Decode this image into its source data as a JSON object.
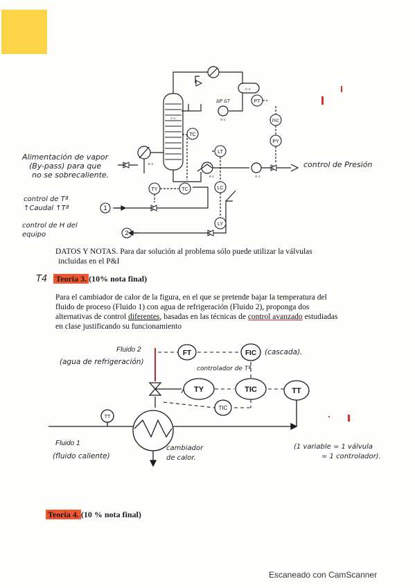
{
  "top_diagram": {
    "tags": {
      "tc_upper": "TC",
      "lt": "LT",
      "lc": "LC",
      "ly": "LY",
      "ty": "TY",
      "tc_lower": "TC",
      "pt": "PT",
      "pic": "PIC",
      "py": "PY",
      "c1": "C-1",
      "c4": "C-4",
      "e2": "E-2",
      "e1": "E-1",
      "g1": "G-1",
      "g2": "G-2",
      "hot_label": "ΔP ΔT"
    },
    "notes": {
      "bypass_line1": "Alimentación de vapor",
      "bypass_line2": "(By-pass) para que",
      "bypass_line3": "no se sobrecaliente.",
      "control_line1": "control de Tª",
      "control_line2": "↑Caudal ↑Tª",
      "control_num": "1",
      "level_line1": "control de H del",
      "level_line2": "equipo",
      "level_num": "2",
      "pressure": "control de Presión"
    }
  },
  "datos": {
    "line1": "DATOS Y NOTAS. Para dar solución al problema sólo puede utilizar la válvulas",
    "line2": "incluidas en el P&I"
  },
  "teoria3": {
    "prefix": "T4",
    "title": "Teoría 3.",
    "weight": "(10% nota final)",
    "p1": "Para el cambiador de calor de la figura, en el que se pretende bajar la temperatura del",
    "p2": "fluido de proceso (Fluido 1) con agua de refrigeración (Fluido 2), proponga dos",
    "p3a": "alternativas de control ",
    "p3b": "diferentes",
    "p3c": ", basadas en las técnicas de ",
    "p3d": "control avanzado",
    "p3e": " estudiadas",
    "p4": "en clase justificando su funcionamiento"
  },
  "hx_diagram": {
    "fluido2": "Fluido 2",
    "agua": "(agua de refrigeración)",
    "fluido1": "Fluido 1",
    "fluido_caliente": "(fluido caliente)",
    "ft": "FT",
    "fic": "FIC",
    "cascada": "(cascada).",
    "controlador": "controlador de Tª",
    "ty": "TY",
    "tic": "TIC",
    "tt": "TT",
    "tt_small": "TT",
    "tic_small": "TIC",
    "cambiador_1": "cambiador",
    "cambiador_2": "de calor.",
    "note1": "(1 variable = 1 válvula",
    "note2": "= 1 controlador)."
  },
  "teoria4": {
    "title": "Teoría 4.",
    "weight": "(10 % nota final)"
  },
  "footer": "Escaneado con CamScanner",
  "colors": {
    "sticky_note": "#fbd44a",
    "highlight": "#f0552f",
    "red_ink": "#d6322a",
    "underline": "#d12a2a"
  }
}
